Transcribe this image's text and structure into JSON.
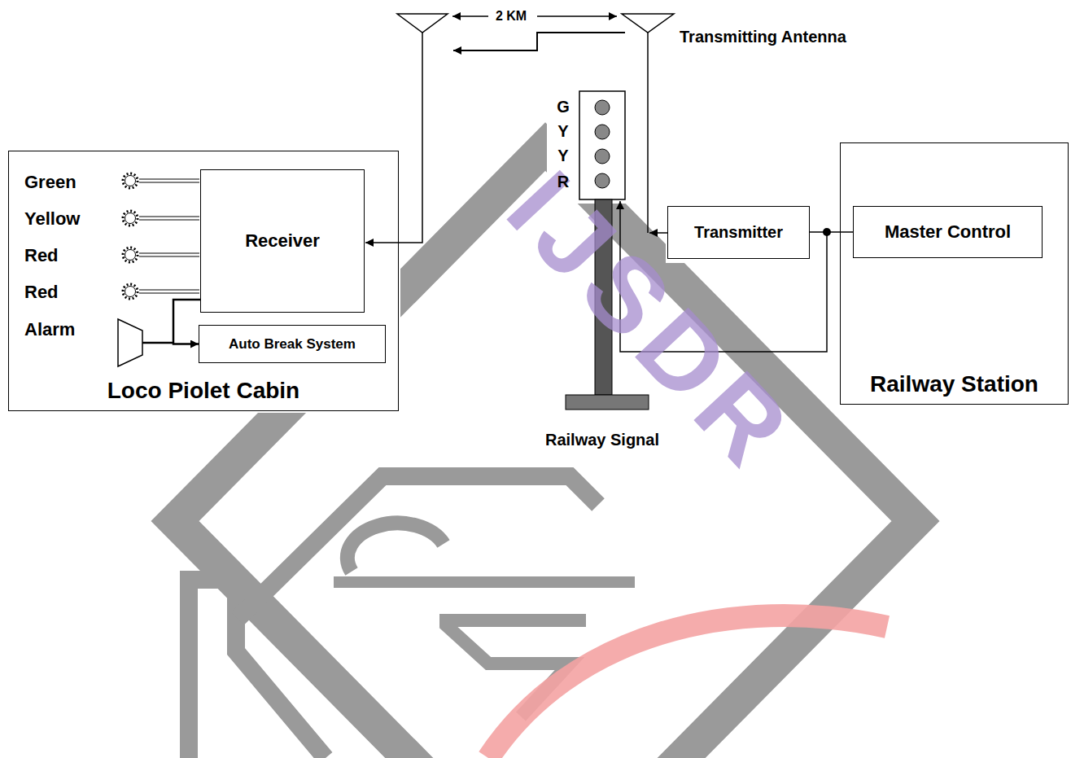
{
  "diagram": {
    "nodes": [
      {
        "text": [
          "Loco Piolet Cabin"
        ]
      },
      {
        "text": [
          "Receiver"
        ],
        "in": 0
      },
      {
        "text": [
          "Auto Break System"
        ],
        "in": 0
      },
      {
        "text": [
          "Transmitter"
        ]
      },
      {
        "text": [
          "Railway Station"
        ]
      },
      {
        "text": [
          "Master Control"
        ],
        "in": 4
      }
    ],
    "edges": [
      {
        "from": 5,
        "to": 3,
        "arrow": "none"
      },
      {
        "from": 1,
        "to": 2,
        "arrow": "to"
      }
    ],
    "labels": [
      "2 KM",
      "Transmitting Antenna",
      "G",
      "Y",
      "Y",
      "R",
      "Green",
      "Yellow",
      "Red",
      "Red",
      "Alarm",
      "Railway Signal",
      "IJSDR"
    ]
  }
}
